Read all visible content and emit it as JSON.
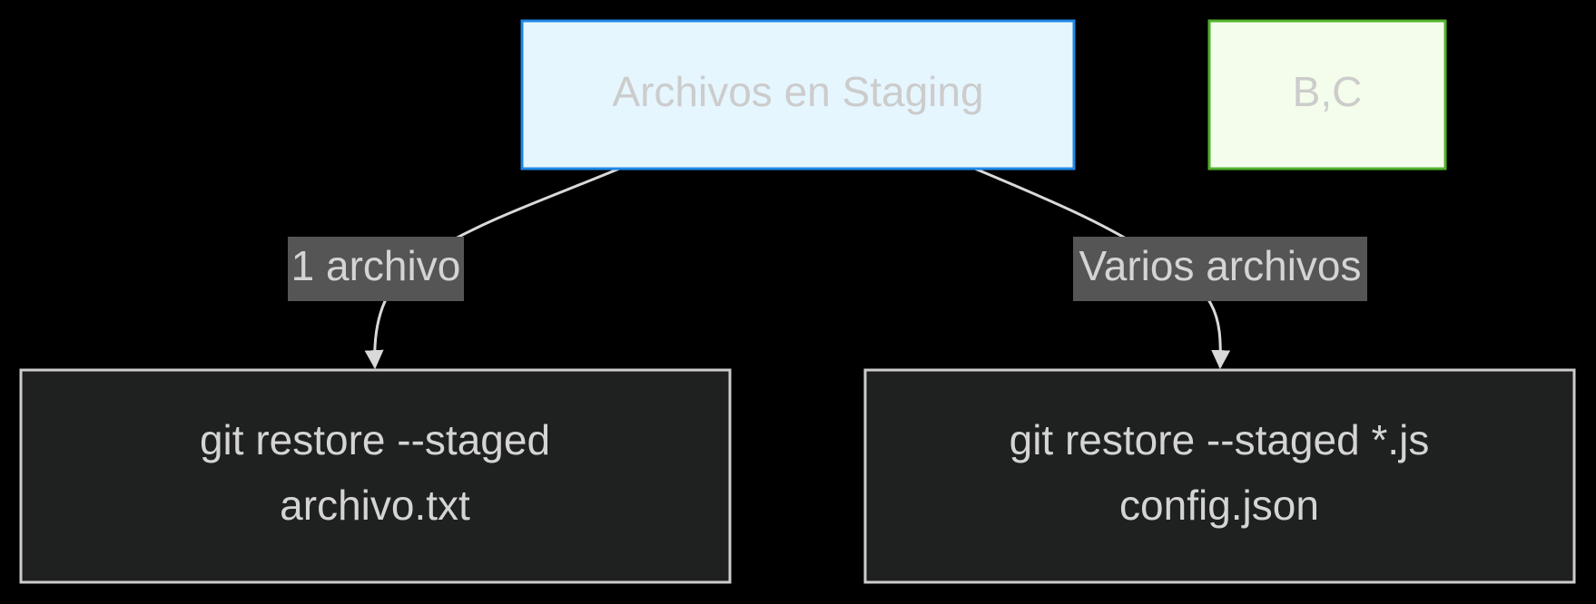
{
  "colors": {
    "background": "#000000",
    "staging_fill": "#e6f6ff",
    "staging_stroke": "#1e88e5",
    "legend_fill": "#f4fdeb",
    "legend_stroke": "#52b12c",
    "command_fill": "#1f2020",
    "command_stroke": "#cccccc",
    "edge_stroke": "#d9d9d9",
    "edge_label_bg": "#555555",
    "text_light": "#d4d4d4",
    "text_on_light": "#cccccc"
  },
  "nodes": {
    "staging": {
      "label": "Archivos en Staging"
    },
    "legend": {
      "label": "B,C"
    },
    "single": {
      "line1": "git restore --staged",
      "line2": "archivo.txt"
    },
    "multiple": {
      "line1": "git restore --staged *.js",
      "line2": "config.json"
    }
  },
  "edges": {
    "single": {
      "label": "1 archivo"
    },
    "multiple": {
      "label": "Varios archivos"
    }
  }
}
